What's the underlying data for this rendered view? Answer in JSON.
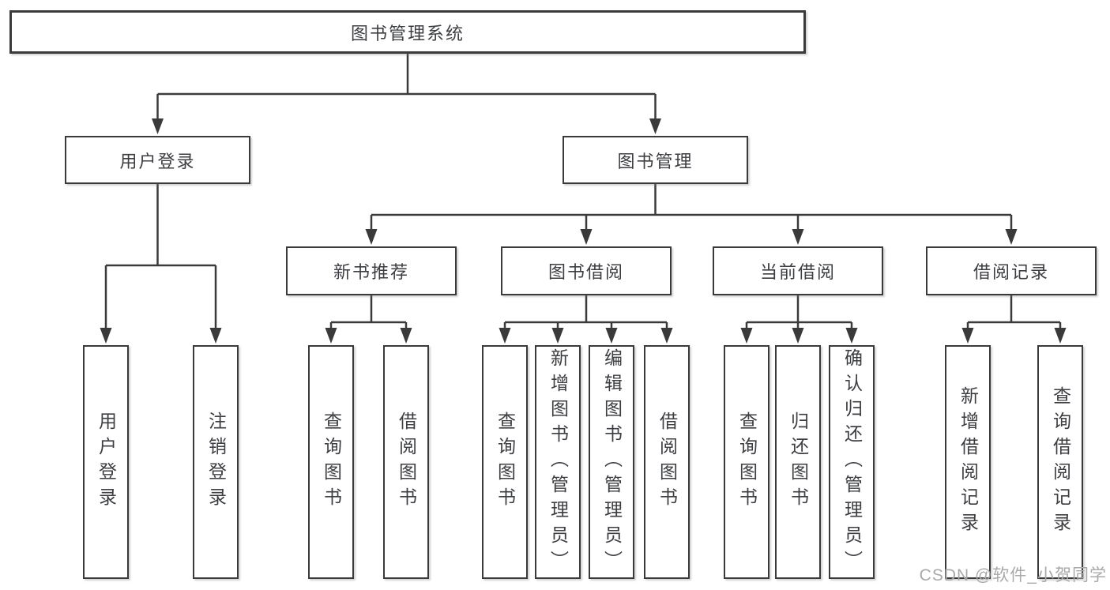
{
  "root": {
    "label": "图书管理系统"
  },
  "user_login": {
    "label": "用户登录",
    "children": [
      {
        "label": "用户登录"
      },
      {
        "label": "注销登录"
      }
    ]
  },
  "book_mgmt": {
    "label": "图书管理",
    "sections": [
      {
        "label": "新书推荐",
        "children": [
          {
            "label": "查询图书"
          },
          {
            "label": "借阅图书"
          }
        ]
      },
      {
        "label": "图书借阅",
        "children": [
          {
            "label": "查询图书"
          },
          {
            "label": "新增图书（管理员）"
          },
          {
            "label": "编辑图书（管理员）"
          },
          {
            "label": "借阅图书"
          }
        ]
      },
      {
        "label": "当前借阅",
        "children": [
          {
            "label": "查询图书"
          },
          {
            "label": "归还图书"
          },
          {
            "label": "确认归还（管理员）"
          }
        ]
      },
      {
        "label": "借阅记录",
        "children": [
          {
            "label": "新增借阅记录"
          },
          {
            "label": "查询借阅记录"
          }
        ]
      }
    ]
  },
  "watermark": "CSDN @软件_小贺同学",
  "colors": {
    "line": "#3a3a3a",
    "text": "#3c3e42",
    "watermark": "#a9a9a9"
  }
}
